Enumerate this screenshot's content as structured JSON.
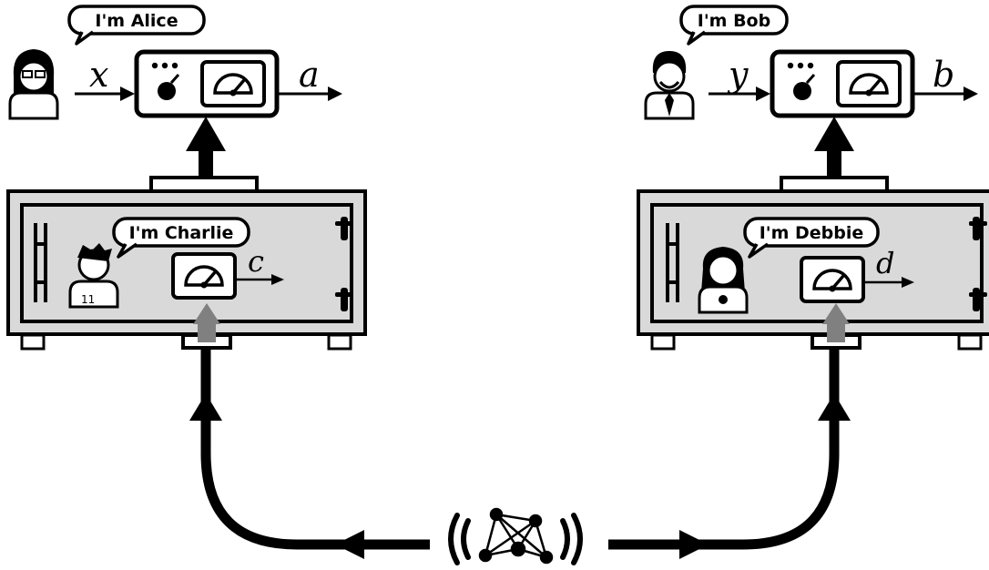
{
  "alice": {
    "speech": "I'm Alice",
    "input_label": "x",
    "output_label": "a"
  },
  "bob": {
    "speech": "I'm Bob",
    "input_label": "y",
    "output_label": "b"
  },
  "charlie": {
    "speech": "I'm Charlie",
    "output_label": "c"
  },
  "debbie": {
    "speech": "I'm Debbie",
    "output_label": "d"
  },
  "colors": {
    "ink": "#000000",
    "safe_fill": "#d9d9d9",
    "inner_arrow": "#808080",
    "paper": "#ffffff"
  }
}
